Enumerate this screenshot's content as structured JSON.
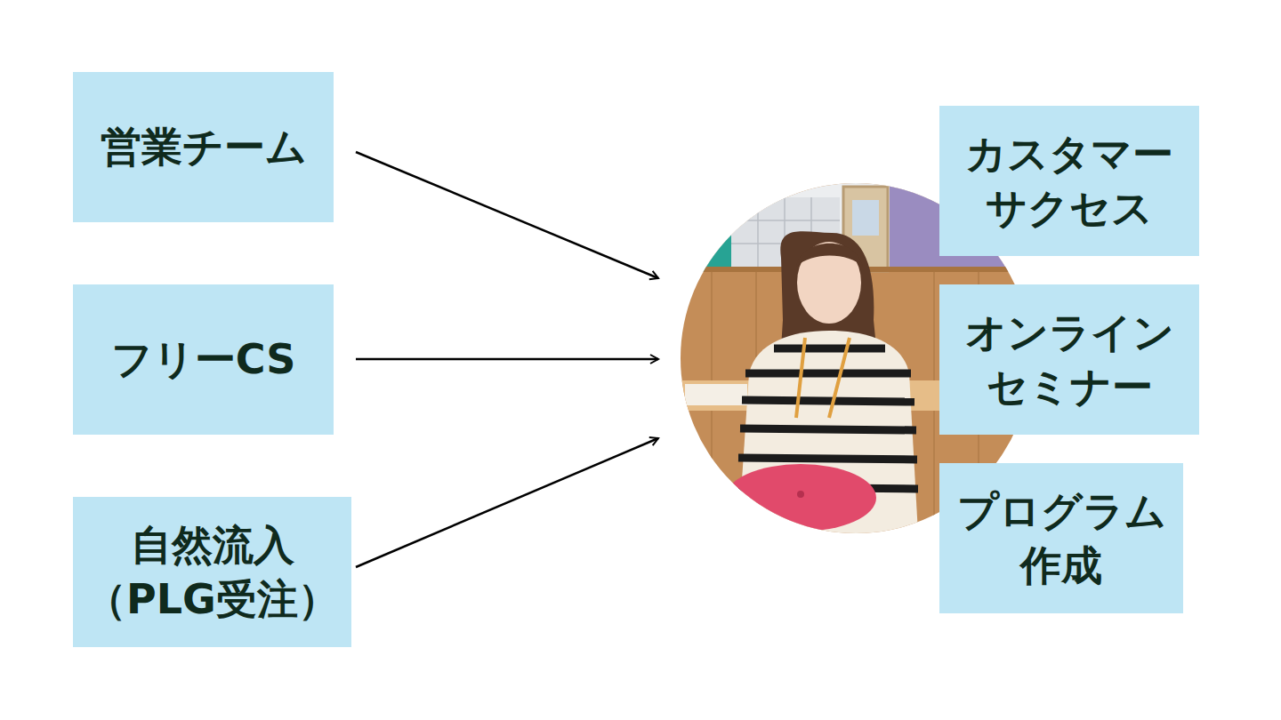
{
  "diagram": {
    "nodes": [
      {
        "text": [
          "営業チーム"
        ]
      },
      {
        "text": [
          "フリーCS"
        ]
      },
      {
        "text": [
          "自然流入 （PLG受注）"
        ]
      },
      {
        "text": [
          "カスタマー サクセス"
        ]
      },
      {
        "text": [
          "オンライン セミナー"
        ]
      },
      {
        "text": [
          "プログラム 作成"
        ]
      }
    ]
  }
}
